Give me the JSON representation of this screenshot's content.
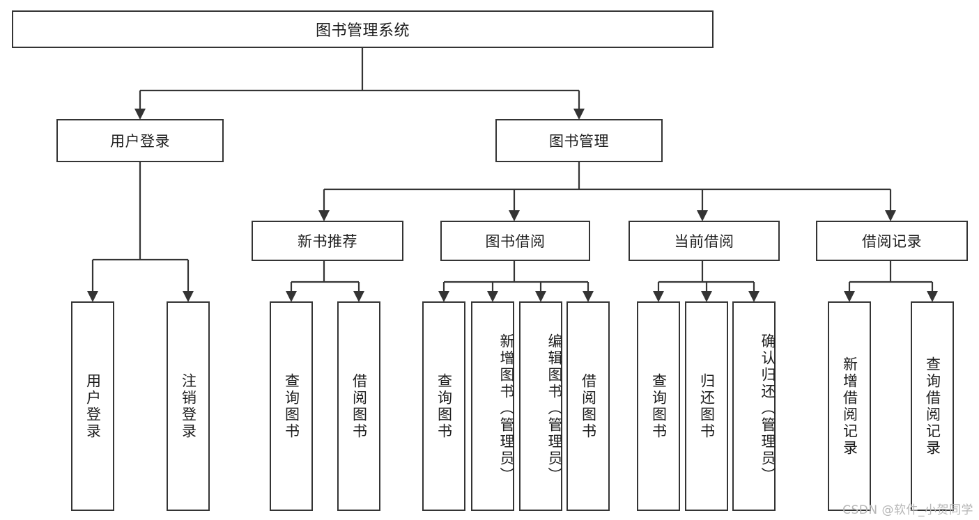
{
  "diagram": {
    "type": "tree-hierarchy",
    "title": "图书管理系统",
    "watermark": "CSDN @软件_小贺同学",
    "colors": {
      "background": "#ffffff",
      "box_fill": "#ffffff",
      "box_stroke": "#343434",
      "connector": "#343434",
      "text": "#1d1d1d",
      "watermark": "#b6b6b6"
    },
    "root": {
      "label": "图书管理系统",
      "orientation": "horizontal"
    },
    "level2": [
      {
        "label": "用户登录",
        "orientation": "horizontal"
      },
      {
        "label": "图书管理",
        "orientation": "horizontal"
      }
    ],
    "level3": [
      {
        "label": "新书推荐",
        "orientation": "horizontal"
      },
      {
        "label": "图书借阅",
        "orientation": "horizontal"
      },
      {
        "label": "当前借阅",
        "orientation": "horizontal"
      },
      {
        "label": "借阅记录",
        "orientation": "horizontal"
      }
    ],
    "leaves": {
      "user_login": [
        {
          "label": "用户登录",
          "orientation": "vertical"
        },
        {
          "label": "注销登录",
          "orientation": "vertical"
        }
      ],
      "new_book_recommend": [
        {
          "label": "查询图书",
          "orientation": "vertical"
        },
        {
          "label": "借阅图书",
          "orientation": "vertical"
        }
      ],
      "book_borrow": [
        {
          "label": "查询图书",
          "orientation": "vertical"
        },
        {
          "label": "新增图书（管理员）",
          "orientation": "vertical"
        },
        {
          "label": "编辑图书（管理员）",
          "orientation": "vertical"
        },
        {
          "label": "借阅图书",
          "orientation": "vertical"
        }
      ],
      "current_borrow": [
        {
          "label": "查询图书",
          "orientation": "vertical"
        },
        {
          "label": "归还图书",
          "orientation": "vertical"
        },
        {
          "label": "确认归还（管理员）",
          "orientation": "vertical"
        }
      ],
      "borrow_record": [
        {
          "label": "新增借阅记录",
          "orientation": "vertical"
        },
        {
          "label": "查询借阅记录",
          "orientation": "vertical"
        }
      ]
    }
  }
}
